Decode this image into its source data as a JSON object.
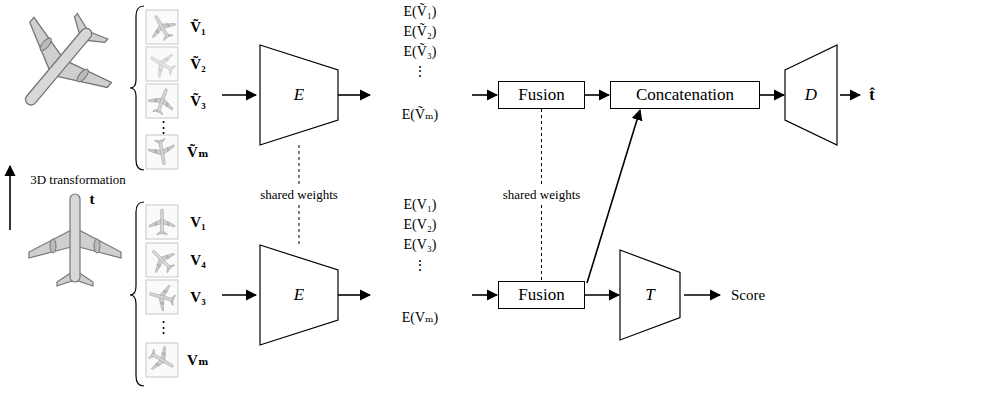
{
  "diagram": {
    "nodes": [
      {
        "text": [
          "E"
        ]
      },
      {
        "text": [
          "Fusion"
        ]
      },
      {
        "text": [
          "Concatenation"
        ]
      },
      {
        "text": [
          "D"
        ]
      },
      {
        "text": [
          "E"
        ]
      },
      {
        "text": [
          "Fusion"
        ]
      },
      {
        "text": [
          "T"
        ]
      }
    ],
    "edges": [
      {
        "from": 0,
        "to": 1,
        "arrow": "to"
      },
      {
        "from": 1,
        "to": 2,
        "arrow": "to"
      },
      {
        "from": 2,
        "to": 3,
        "arrow": "to"
      },
      {
        "from": 0,
        "to": 4,
        "label": "shared weights",
        "arrow": "none"
      },
      {
        "from": 1,
        "to": 5,
        "label": "shared weights",
        "arrow": "none"
      },
      {
        "from": 4,
        "to": 5,
        "arrow": "to"
      },
      {
        "from": 5,
        "to": 2,
        "arrow": "to"
      },
      {
        "from": 5,
        "to": 6,
        "arrow": "to"
      }
    ],
    "labels": [
      "3D transformation",
      "t",
      "Ṽ₁",
      "Ṽ₂",
      "Ṽ₃",
      "⋮",
      "Ṽₘ",
      "V₁",
      "V₄",
      "V₃",
      "⋮",
      "Vₘ",
      "E(Ṽ₁)",
      "E(Ṽ₂)",
      "E(Ṽ₃)",
      "⋮",
      "E(Ṽₘ)",
      "E(V₁)",
      "E(V₂)",
      "E(V₃)",
      "⋮",
      "E(Vₘ)",
      "t̂",
      "Score"
    ]
  }
}
